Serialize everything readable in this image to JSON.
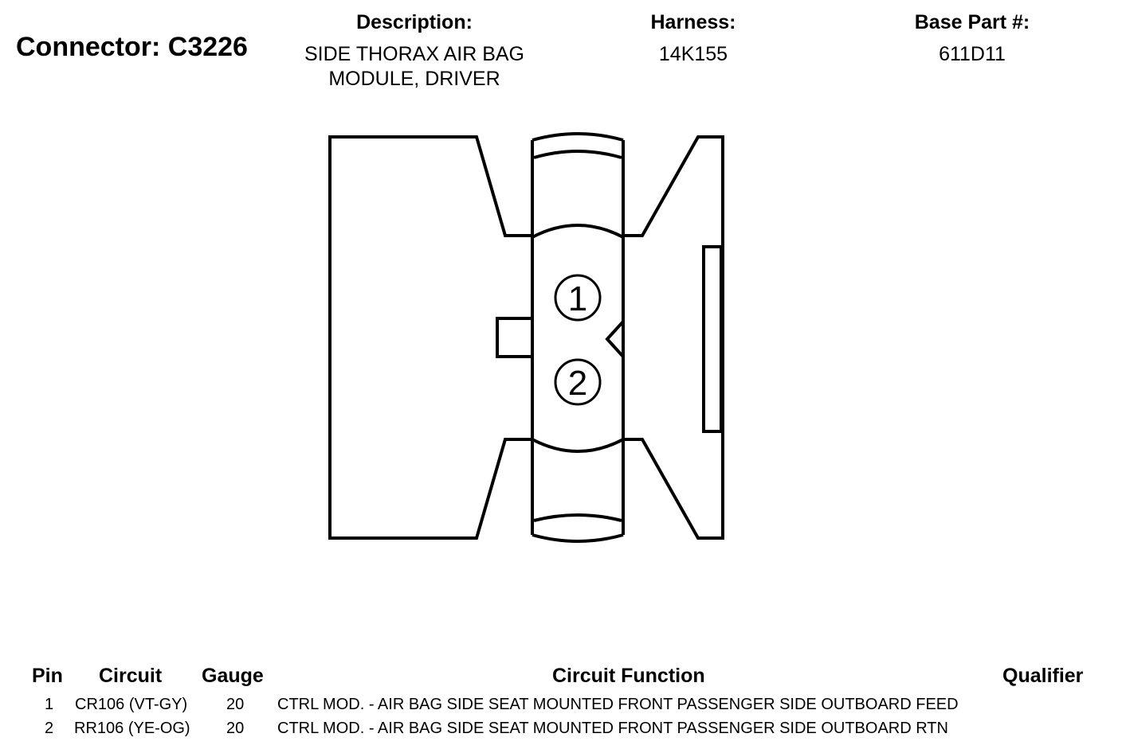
{
  "header": {
    "connector_label": "Connector: C3226",
    "description_label": "Description:",
    "description_lines": [
      "SIDE THORAX AIR BAG",
      "MODULE, DRIVER"
    ],
    "harness_label": "Harness:",
    "harness_value": "14K155",
    "base_part_label": "Base Part #:",
    "base_part_value": "611D11"
  },
  "diagram": {
    "pins": [
      {
        "label": "1"
      },
      {
        "label": "2"
      }
    ]
  },
  "table": {
    "columns": [
      "Pin",
      "Circuit",
      "Gauge",
      "Circuit Function",
      "Qualifier"
    ],
    "rows": [
      {
        "pin": "1",
        "circuit": "CR106 (VT-GY)",
        "gauge": "20",
        "function": "CTRL MOD. - AIR BAG SIDE SEAT MOUNTED FRONT PASSENGER SIDE OUTBOARD FEED",
        "qualifier": ""
      },
      {
        "pin": "2",
        "circuit": "RR106 (YE-OG)",
        "gauge": "20",
        "function": "CTRL MOD. - AIR BAG SIDE SEAT MOUNTED FRONT PASSENGER SIDE OUTBOARD RTN",
        "qualifier": ""
      }
    ]
  }
}
